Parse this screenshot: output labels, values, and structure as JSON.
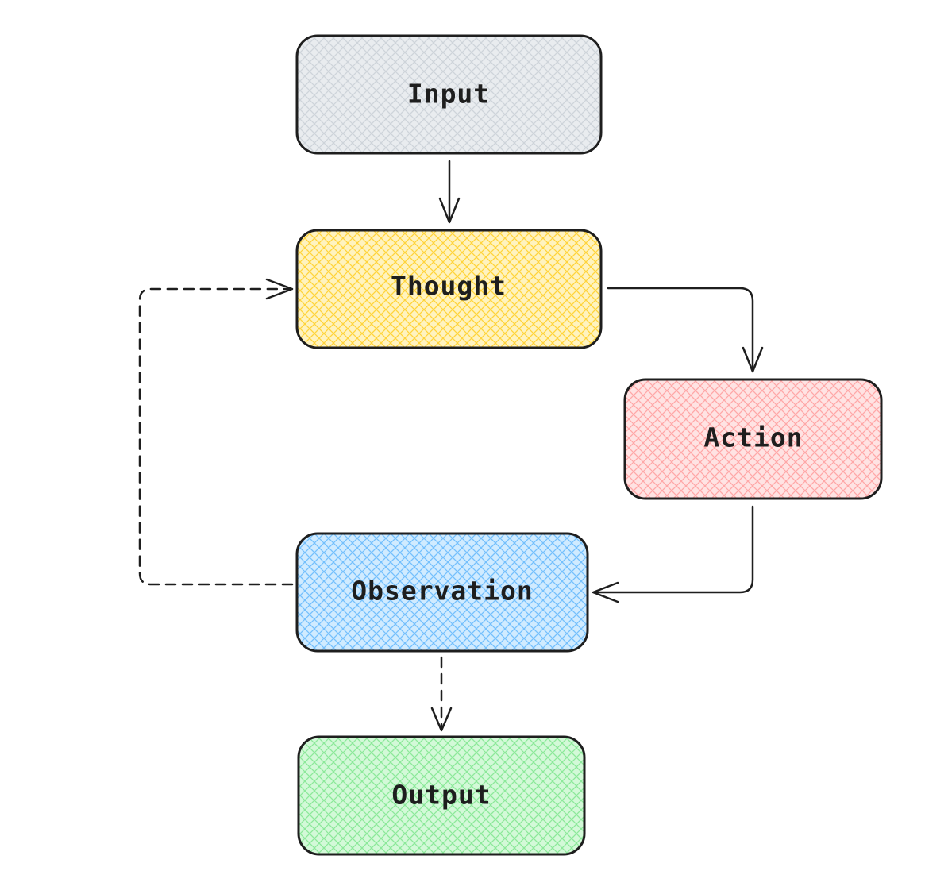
{
  "diagram": {
    "nodes": [
      {
        "id": "input",
        "label": "Input",
        "fill": "#e9ecef",
        "hatch": "#ced4da"
      },
      {
        "id": "thought",
        "label": "Thought",
        "fill": "#fff3bf",
        "hatch": "#ffd43b"
      },
      {
        "id": "action",
        "label": "Action",
        "fill": "#ffe3e3",
        "hatch": "#ffa8a8"
      },
      {
        "id": "observation",
        "label": "Observation",
        "fill": "#d0ebff",
        "hatch": "#74c0fc"
      },
      {
        "id": "output",
        "label": "Output",
        "fill": "#d3f9d8",
        "hatch": "#8ce99a"
      }
    ],
    "edges": [
      {
        "from": "input",
        "to": "thought",
        "style": "solid"
      },
      {
        "from": "thought",
        "to": "action",
        "style": "solid"
      },
      {
        "from": "action",
        "to": "observation",
        "style": "solid"
      },
      {
        "from": "observation",
        "to": "thought",
        "style": "dashed"
      },
      {
        "from": "observation",
        "to": "output",
        "style": "dashed"
      }
    ]
  }
}
